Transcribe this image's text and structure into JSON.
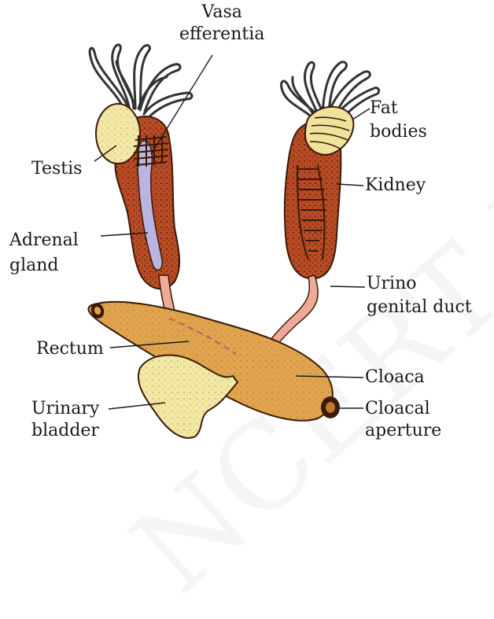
{
  "labels": {
    "vasa_efferentia": "Vasa\nefferentia",
    "testis": "Testis",
    "adrenal_gland": "Adrenal\ngland",
    "rectum": "Rectum",
    "urinary_bladder": "Urinary\nbladder",
    "fat_bodies": "Fat\nbodies",
    "kidney": "Kidney",
    "urino_genital_duct": "Urino\ngenital duct",
    "cloaca": "Cloaca",
    "cloacal_aperture": "Cloacal\naperture"
  },
  "watermark": "NCERT Published",
  "colors": {
    "kidney": "#b84a24",
    "kidney_dark": "#7a2a10",
    "testis": "#f3e7a6",
    "adrenal": "#b9b4e0",
    "rectum": "#e0a44e",
    "bladder": "#f2e8a4",
    "duct": "#f0a998",
    "fat_body": "#eeeeee"
  }
}
